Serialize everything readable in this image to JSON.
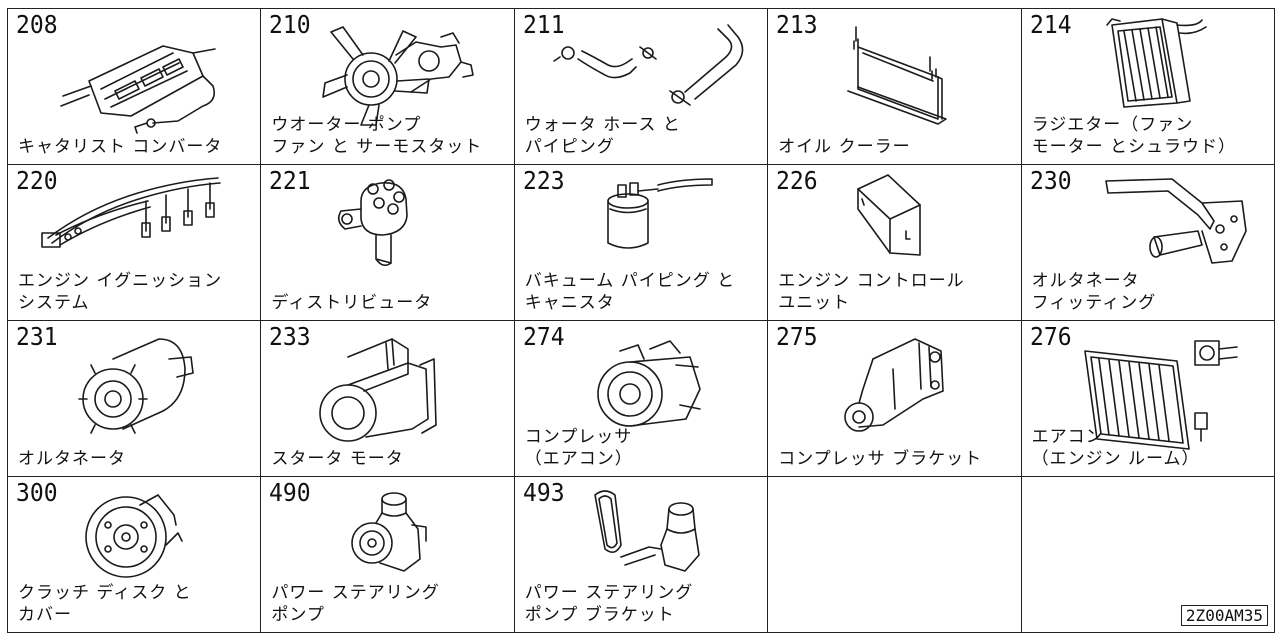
{
  "catalog": {
    "cells": [
      {
        "code": "208",
        "lines": [
          "キャタリスト コンバータ"
        ]
      },
      {
        "code": "210",
        "lines": [
          "ウオーター ポンプ",
          "ファン と サーモスタット"
        ]
      },
      {
        "code": "211",
        "lines": [
          "ウォータ ホース と",
          "パイピング"
        ]
      },
      {
        "code": "213",
        "lines": [
          "オイル クーラー"
        ]
      },
      {
        "code": "214",
        "lines": [
          "ラジエター（ファン",
          "モーター とシュラウド）"
        ]
      },
      {
        "code": "220",
        "lines": [
          "エンジン イグニッション",
          "システム"
        ]
      },
      {
        "code": "221",
        "lines": [
          "ディストリビュータ"
        ]
      },
      {
        "code": "223",
        "lines": [
          "バキューム パイピング と",
          "キャニスタ"
        ]
      },
      {
        "code": "226",
        "lines": [
          "エンジン コントロール",
          "ユニット"
        ]
      },
      {
        "code": "230",
        "lines": [
          "オルタネータ",
          "フィッティング"
        ]
      },
      {
        "code": "231",
        "lines": [
          "オルタネータ"
        ]
      },
      {
        "code": "233",
        "lines": [
          "スタータ モータ"
        ]
      },
      {
        "code": "274",
        "lines": [
          "コンプレッサ",
          "（エアコン）"
        ]
      },
      {
        "code": "275",
        "lines": [
          "コンプレッサ ブラケット"
        ]
      },
      {
        "code": "276",
        "lines": [
          "エアコン",
          "（エンジン ルーム）"
        ]
      },
      {
        "code": "300",
        "lines": [
          "クラッチ ディスク と",
          "カバー"
        ]
      },
      {
        "code": "490",
        "lines": [
          "パワー ステアリング",
          "ポンプ"
        ]
      },
      {
        "code": "493",
        "lines": [
          "パワー ステアリング",
          "ポンプ ブラケット"
        ]
      }
    ],
    "drawing_id": "2Z00AM35"
  }
}
